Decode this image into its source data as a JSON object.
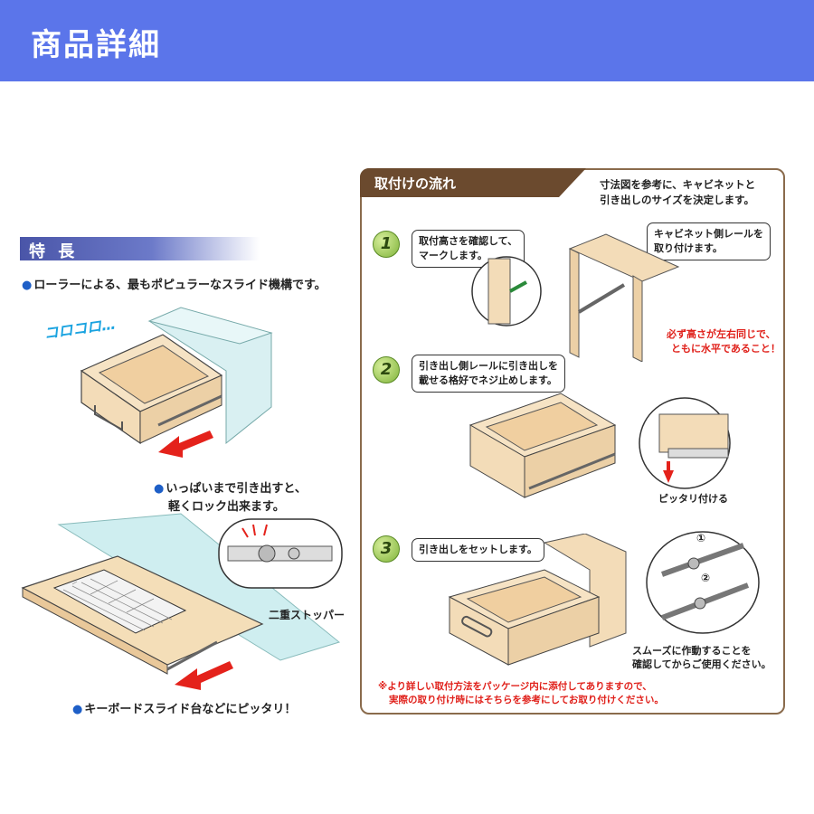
{
  "header": {
    "title": "商品詳細"
  },
  "features": {
    "heading": "特 長",
    "bullet1": "ローラーによる、最もポピュラーなスライド機構です。",
    "sound": "コロコロ…",
    "bullet2_line1": "いっぱいまで引き出すと、",
    "bullet2_line2": "軽くロック出来ます。",
    "stopper_label": "二重ストッパー",
    "bullet3": "キーボードスライド台などにピッタリ！"
  },
  "flow": {
    "title": "取付けの流れ",
    "intro_line1": "寸法図を参考に、キャビネットと",
    "intro_line2": "引き出しのサイズを決定します。",
    "step1": {
      "num": "1",
      "bubble_a_line1": "取付高さを確認して、",
      "bubble_a_line2": "マークします。",
      "bubble_b_line1": "キャビネット側レールを",
      "bubble_b_line2": "取り付けます。",
      "warn_line1": "必ず高さが左右同じで、",
      "warn_line2": "ともに水平であること！"
    },
    "step2": {
      "num": "2",
      "bubble_line1": "引き出し側レールに引き出しを",
      "bubble_line2": "載せる格好でネジ止めします。",
      "fit_label": "ピッタリ付ける"
    },
    "step3": {
      "num": "3",
      "bubble": "引き出しをセットします。",
      "circle1": "①",
      "circle2": "②",
      "check_line1": "スムーズに作動することを",
      "check_line2": "確認してからご使用ください。"
    },
    "footnote_line1": "※より詳しい取付方法をパッケージ内に添付してありますので、",
    "footnote_line2": "実際の取り付け時にはそちらを参考にしてお取り付けください。"
  },
  "colors": {
    "header": "#5b75ea",
    "accent_red": "#e0201a",
    "wood": "#f3dcb8",
    "frame": "#8a6b4c"
  }
}
